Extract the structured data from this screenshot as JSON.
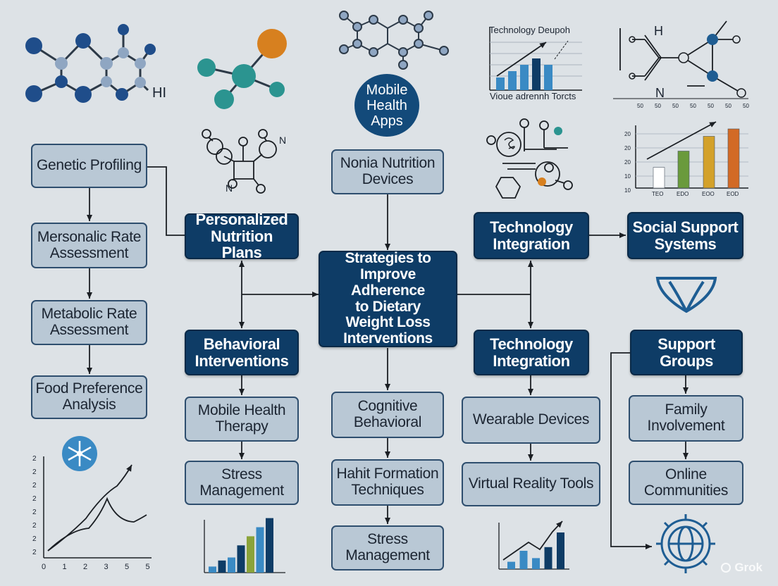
{
  "center": {
    "label": "Strategies to\nImprove Adherence\nto Dietary\nWeight Loss\nInterventions"
  },
  "mobile_circle": {
    "label": "Mobile\nHealth\nApps"
  },
  "left_column": [
    {
      "label": "Genetic Profiling"
    },
    {
      "label": "Mersonalic Rate\nAssessment"
    },
    {
      "label": "Metabolic Rate\nAssessment"
    },
    {
      "label": "Food Preference\nAnalysis"
    }
  ],
  "col2": {
    "personalized": "Personalized\nNutrition Plans",
    "behavioral": "Behavioral\nInterventions",
    "mobile_therapy": "Mobile Health\nTherapy",
    "stress": "Stress\nManagement"
  },
  "col3": {
    "nutrition_devices": "Nonia Nutrition\nDevices",
    "cognitive": "Cognitive\nBehavioral",
    "habit": "Hahit Formation\nTechniques",
    "stress": "Stress\nManagement"
  },
  "col4": {
    "tech_top": "Technology\nIntegration",
    "tech_mid": "Technology\nIntegration",
    "wearable": "Wearable Devices",
    "vr": "Virtual Reality Tools"
  },
  "col5": {
    "social": "Social Support\nSystems",
    "groups": "Support\nGroups",
    "family": "Family\nInvolvement",
    "online": "Online\nCommunities"
  },
  "molecules": {
    "top_left_label": "HI",
    "center_label_n": "N",
    "top_right_label_h": "H",
    "top_right_label_n": "N"
  },
  "top_chart": {
    "title": "Technology Deupoh",
    "caption": "Vioue adrennh Torcts",
    "values": [
      2,
      3,
      4,
      5,
      4
    ]
  },
  "right_chart": {
    "y_ticks": [
      "20",
      "20",
      "20",
      "10",
      "10"
    ],
    "x_ticks": [
      "TEO",
      "EDO",
      "EOO",
      "EOD"
    ],
    "values": [
      14,
      25,
      35,
      40
    ],
    "colors": [
      "#ffffff",
      "#6a9a3c",
      "#d3a12a",
      "#d26a26"
    ]
  },
  "top_right_axis_ticks": [
    "50",
    "50",
    "50",
    "50",
    "50",
    "50",
    "50"
  ],
  "bottom_left_plot": {
    "y_ticks": [
      "2",
      "2",
      "2",
      "2",
      "2",
      "2",
      "2",
      "2"
    ],
    "x_ticks": [
      "0",
      "1",
      "2",
      "3",
      "5",
      "5"
    ]
  },
  "bottom_bars_1": {
    "values": [
      2,
      4,
      5,
      9,
      12,
      15,
      18
    ],
    "colors": [
      "#3a8ac4",
      "#0e3c66",
      "#3a8ac4",
      "#0e3c66",
      "#8aa33a",
      "#3a8ac4",
      "#0e3c66"
    ]
  },
  "bottom_bars_2": {
    "values": [
      2,
      5,
      3,
      6,
      10
    ],
    "colors": [
      "#3a8ac4",
      "#3a8ac4",
      "#3a8ac4",
      "#0e3c66",
      "#0e3c66"
    ]
  },
  "watermark": {
    "text": "Grok"
  },
  "colors": {
    "dark": "#0e3c66",
    "light": "#b9c8d5",
    "background": "#dde2e6",
    "accent_blue": "#3a8ac4"
  }
}
